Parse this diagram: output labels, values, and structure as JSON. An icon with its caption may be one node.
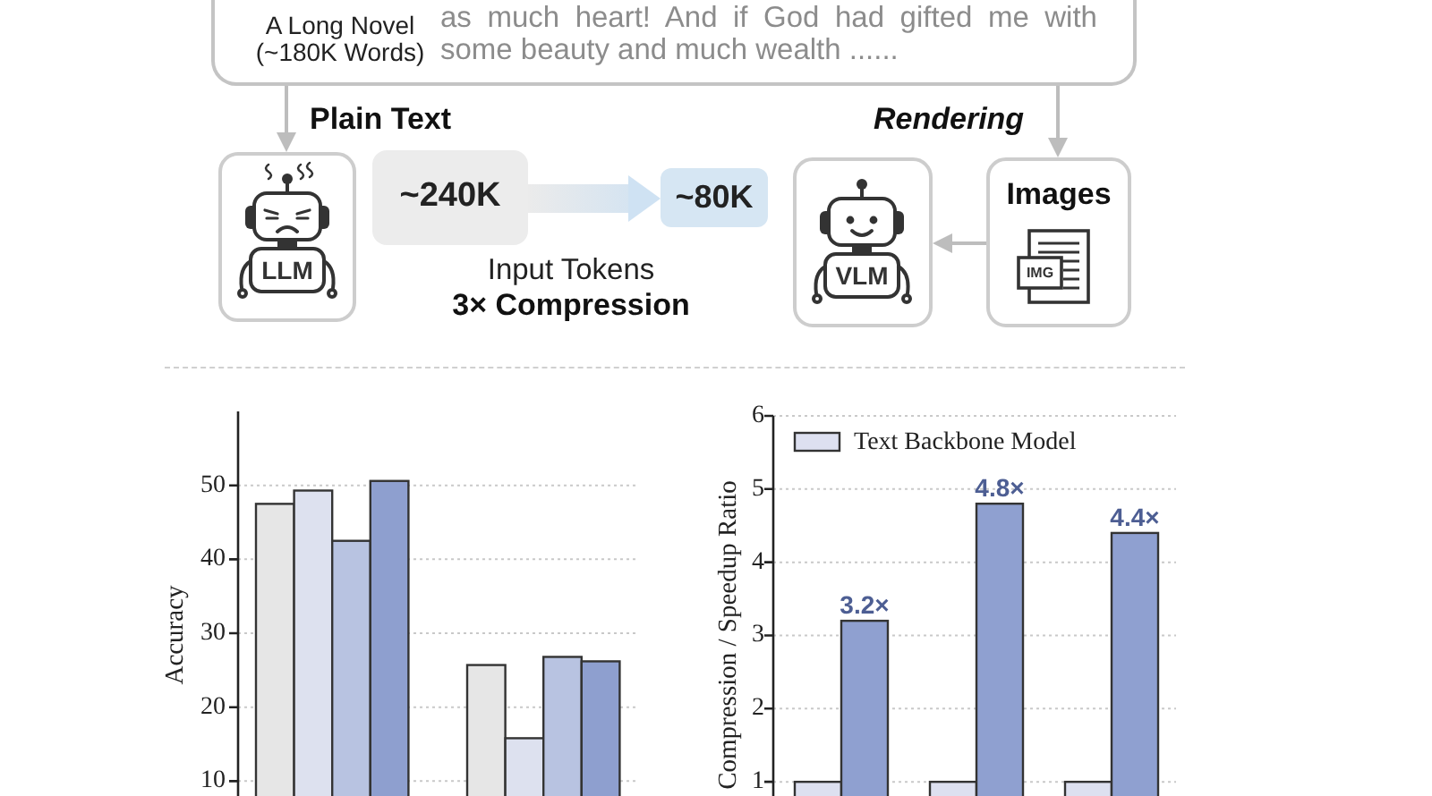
{
  "diagram": {
    "nodes": [
      {
        "text": [
          "A Long Novel (~180K Words)",
          "as much heart! And if God had gifted me with some beauty and much wealth ......"
        ]
      },
      {
        "text": [
          "LLM"
        ]
      },
      {
        "text": [
          "~240K"
        ]
      },
      {
        "text": [
          "~80K"
        ]
      },
      {
        "text": [
          "VLM"
        ]
      },
      {
        "text": [
          "Images",
          "IMG"
        ]
      }
    ],
    "edges": [
      {
        "from": 0,
        "to": 1,
        "arrow": "to",
        "label": "Plain Text"
      },
      {
        "from": 0,
        "to": 5,
        "arrow": "to",
        "label": "Rendering"
      },
      {
        "from": 2,
        "to": 3,
        "arrow": "to",
        "style": "thick",
        "color": "#cfe2f3"
      },
      {
        "from": 5,
        "to": 4,
        "arrow": "to"
      }
    ],
    "labels": [
      "Input Tokens",
      "3× Compression"
    ],
    "chart_data": [
      {
        "type": "bar",
        "ylabel": "Accuracy",
        "ylim": [
          0,
          60
        ],
        "yticks": [
          10,
          20,
          30,
          40,
          50
        ],
        "grid": true,
        "series": [
          {
            "color": "#e6e6e6",
            "values": [
              47.5,
              25.7
            ]
          },
          {
            "color": "#dde1ef",
            "values": [
              49.3,
              15.8
            ]
          },
          {
            "color": "#b8c3e1",
            "values": [
              42.5,
              26.8
            ]
          },
          {
            "color": "#8e9fcf",
            "values": [
              50.6,
              26.2
            ]
          }
        ]
      },
      {
        "type": "bar",
        "ylabel": "Compression / Speedup Ratio",
        "ylim": [
          0,
          6
        ],
        "yticks": [
          1,
          2,
          3,
          4,
          5,
          6
        ],
        "grid": true,
        "series": [
          {
            "name": "Text Backbone Model",
            "color": "#dde0f0",
            "values": [
              1,
              1,
              1
            ]
          },
          {
            "color": "#8fa0d0",
            "values": [
              3.2,
              4.8,
              4.4
            ],
            "value_labels": [
              "3.2×",
              "4.8×",
              "4.4×"
            ]
          }
        ]
      }
    ]
  }
}
